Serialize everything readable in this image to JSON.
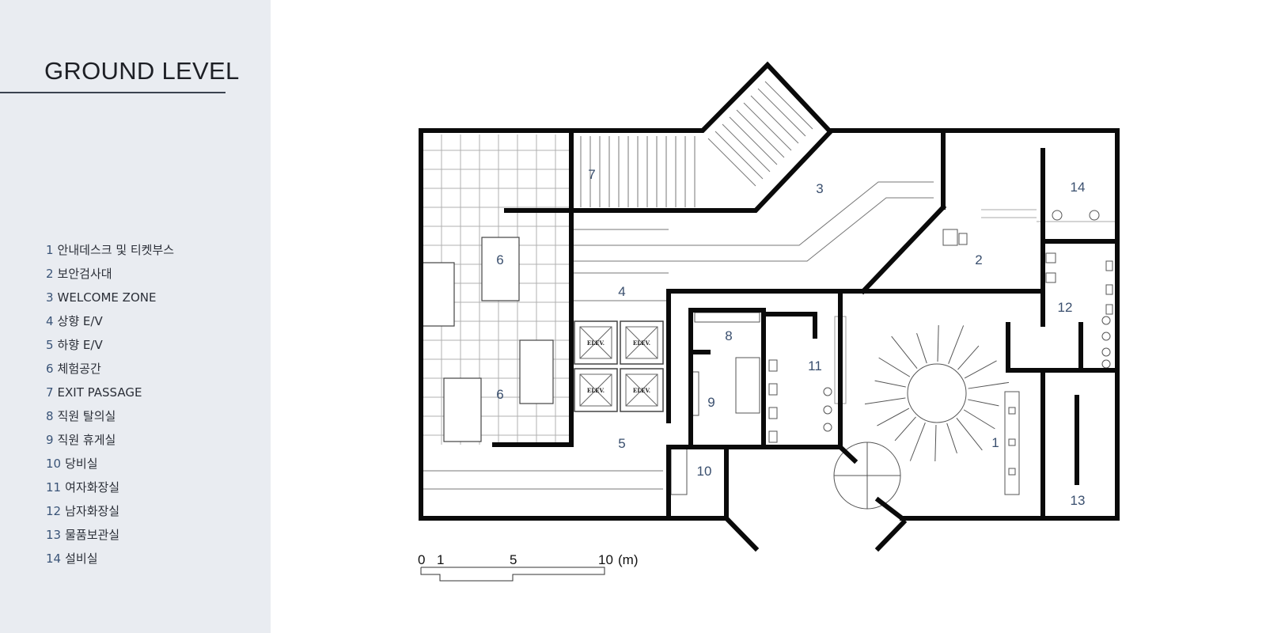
{
  "title": "GROUND LEVEL",
  "legend": [
    {
      "num": "1",
      "label": "안내데스크 및 티켓부스"
    },
    {
      "num": "2",
      "label": "보안검사대"
    },
    {
      "num": "3",
      "label": "WELCOME ZONE"
    },
    {
      "num": "4",
      "label": "상향 E/V"
    },
    {
      "num": "5",
      "label": "하향 E/V"
    },
    {
      "num": "6",
      "label": "체험공간"
    },
    {
      "num": "7",
      "label": "EXIT PASSAGE"
    },
    {
      "num": "8",
      "label": "직원 탈의실"
    },
    {
      "num": "9",
      "label": "직원 휴게실"
    },
    {
      "num": "10",
      "label": "당비실"
    },
    {
      "num": "11",
      "label": "여자화장실"
    },
    {
      "num": "12",
      "label": "남자화장실"
    },
    {
      "num": "13",
      "label": "물품보관실"
    },
    {
      "num": "14",
      "label": "설비실"
    }
  ],
  "plan": {
    "room_labels": {
      "r1": "1",
      "r2": "2",
      "r3": "3",
      "r4": "4",
      "r5": "5",
      "r6a": "6",
      "r6b": "6",
      "r7": "7",
      "r8": "8",
      "r9": "9",
      "r10": "10",
      "r11": "11",
      "r12": "12",
      "r13": "13",
      "r14": "14"
    },
    "elevator_label": "ELEV."
  },
  "scale_bar": {
    "t0": "0",
    "t1": "1",
    "t5": "5",
    "t10": "10",
    "unit": "(m)"
  }
}
